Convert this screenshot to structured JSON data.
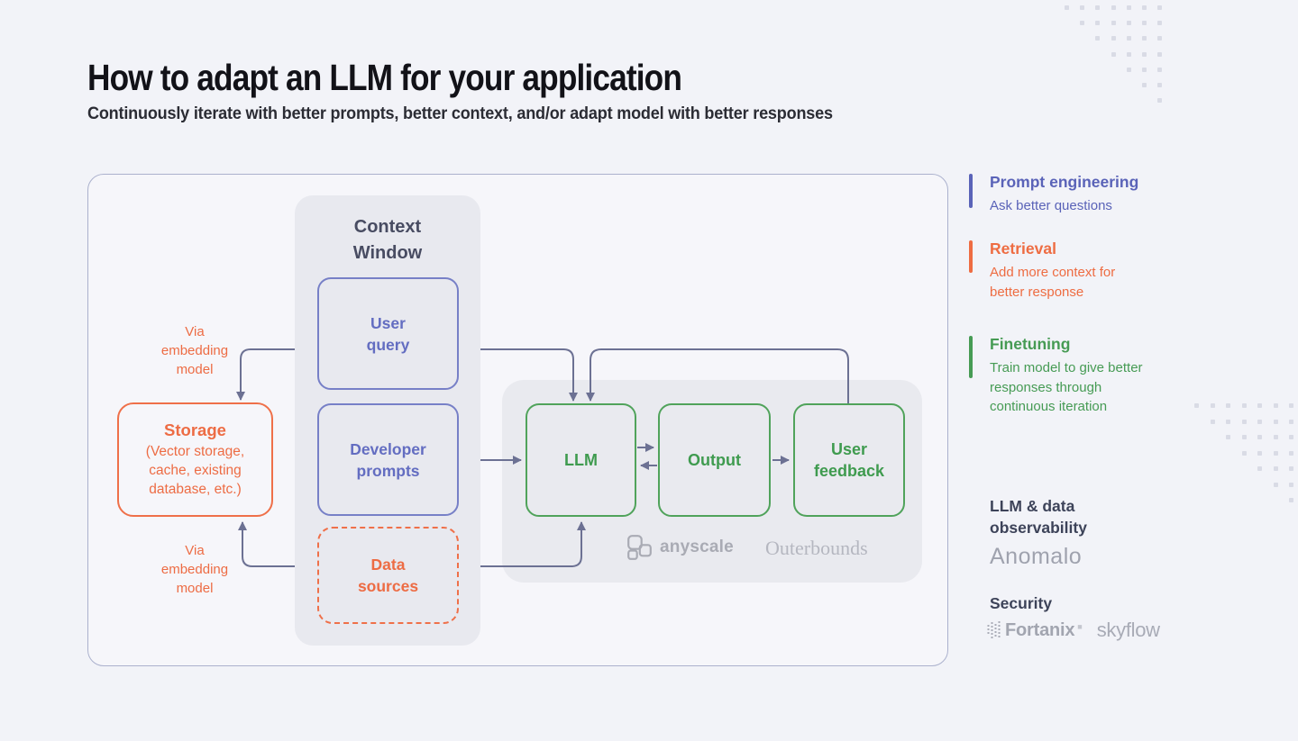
{
  "header": {
    "title": "How to adapt an LLM for your application",
    "subtitle": "Continuously iterate with better prompts, better context, and/or adapt model with better responses"
  },
  "diagram": {
    "context_window": {
      "title": "Context\nWindow",
      "user_query": "User\nquery",
      "developer_prompts": "Developer\nprompts",
      "data_sources": "Data\nsources"
    },
    "storage": {
      "title": "Storage",
      "subtitle": "(Vector storage,\ncache, existing\ndatabase, etc.)"
    },
    "via_embedding_top": "Via\nembedding\nmodel",
    "via_embedding_bottom": "Via\nembedding\nmodel",
    "pipeline": {
      "llm": "LLM",
      "output": "Output",
      "user_feedback": "User\nfeedback",
      "logos": {
        "anyscale": "anyscale",
        "outerbounds": "Outerbounds"
      }
    }
  },
  "legend": {
    "items": [
      {
        "title": "Prompt engineering",
        "description": "Ask better questions",
        "color": "#5A63B8"
      },
      {
        "title": "Retrieval",
        "description": "Add more context for\nbetter response",
        "color": "#EE6C42"
      },
      {
        "title": "Finetuning",
        "description": "Train model to give better\nresponses through\ncontinuous iteration",
        "color": "#469B54"
      }
    ],
    "partners": [
      {
        "heading": "LLM & data\nobservability",
        "logos": [
          "Anomalo"
        ]
      },
      {
        "heading": "Security",
        "logos": [
          "Fortanix",
          "skyflow"
        ]
      }
    ]
  },
  "colors": {
    "background": "#F2F3F8",
    "panel_gray": "#E8E9EF",
    "container_border": "#ABB1CD",
    "purple": "#5A63B8",
    "purple_box_border": "#7780C7",
    "orange": "#EE6C42",
    "green_border": "#50A35B",
    "green_text": "#3F9B4F",
    "arrow_gray": "#6C7193",
    "dark_heading": "#3D4359",
    "logo_gray": "#A5A7B2",
    "deco_square": "#D9DBE5"
  }
}
